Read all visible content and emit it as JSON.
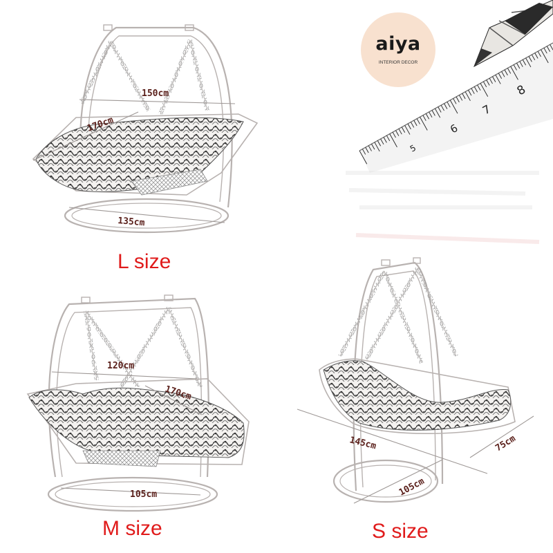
{
  "brand": {
    "name": "aiya",
    "tagline": "INTERIOR DECOR",
    "badge_color": "#f8e1cf"
  },
  "ruler": {
    "numbers": [
      "5",
      "6",
      "7",
      "8"
    ]
  },
  "products": {
    "large": {
      "label": "L size",
      "dimensions": {
        "top_width": "150cm",
        "depth": "170cm",
        "base": "135cm"
      }
    },
    "medium": {
      "label": "M size",
      "dimensions": {
        "top_width": "120cm",
        "depth": "170cm",
        "base": "105cm"
      }
    },
    "small": {
      "label": "S size",
      "dimensions": {
        "length": "145cm",
        "width": "75cm",
        "base": "105cm"
      }
    }
  },
  "colors": {
    "label_red": "#e01b1b",
    "dimension_text": "#5a1f1a",
    "line": "#b0aaa8"
  }
}
